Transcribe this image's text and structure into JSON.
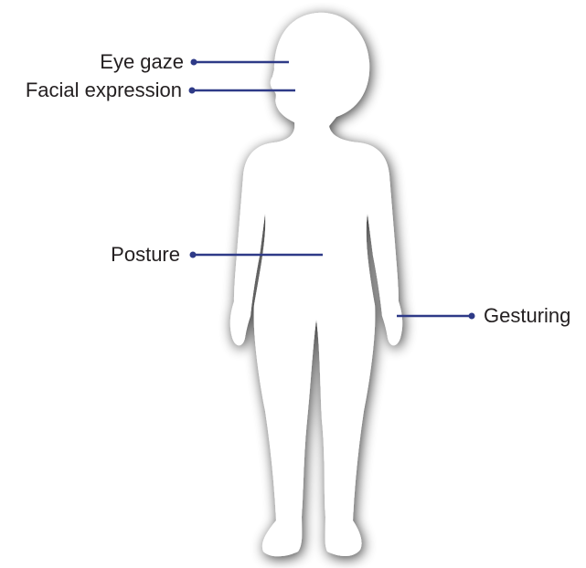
{
  "labels": {
    "eye_gaze": "Eye gaze",
    "facial_expression": "Facial expression",
    "posture": "Posture",
    "gesturing": "Gesturing"
  },
  "colors": {
    "leader_line": "#2e3a87",
    "silhouette": "#ffffff",
    "shadow": "#8a8a8a",
    "text": "#231f20"
  }
}
